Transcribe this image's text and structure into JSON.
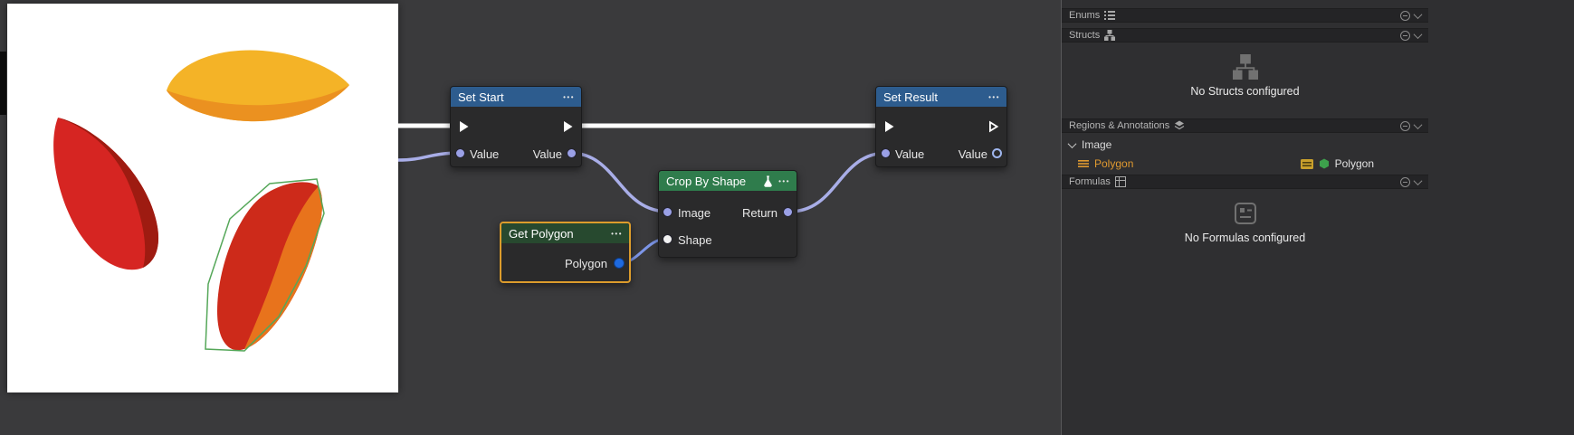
{
  "icons": {
    "ellipsis": "•••"
  },
  "colors": {
    "editor_background": "#3a3a3c",
    "panel_background": "#2f2f31",
    "exec_wire": "#ffffff",
    "data_wire": "#a9aee8",
    "shape_wire": "#7d96e8",
    "node_header_blue": "#2d5c8e",
    "node_header_green": "#2f7c4c",
    "get_polygon_header": "#27492f",
    "selection_orange": "#dc9c2c",
    "port_lavender": "#9aa0e6",
    "port_blue": "#1e6ae0",
    "polygon_text_orange": "#e09a30",
    "hexagon_green": "#3da14c",
    "petal_yellow": "#f4b327",
    "petal_red": "#d62522",
    "petal_orange": "#e8731c",
    "polygon_outline_green": "#55a759"
  },
  "nodes": {
    "set_start": {
      "title": "Set Start",
      "value_in": "Value",
      "value_out": "Value"
    },
    "set_result": {
      "title": "Set Result",
      "value_in": "Value",
      "value_out": "Value"
    },
    "crop_by_shape": {
      "title": "Crop By Shape",
      "image_in": "Image",
      "shape_in": "Shape",
      "return_out": "Return"
    },
    "get_polygon": {
      "title": "Get Polygon",
      "polygon_out": "Polygon"
    }
  },
  "panel": {
    "enums": {
      "label": "Enums"
    },
    "structs": {
      "label": "Structs",
      "empty": "No Structs configured"
    },
    "regions": {
      "label": "Regions & Annotations"
    },
    "formulas": {
      "label": "Formulas",
      "empty": "No Formulas configured"
    },
    "tree": {
      "image": "Image",
      "polygon": "Polygon",
      "polygon_value": "Polygon"
    }
  }
}
